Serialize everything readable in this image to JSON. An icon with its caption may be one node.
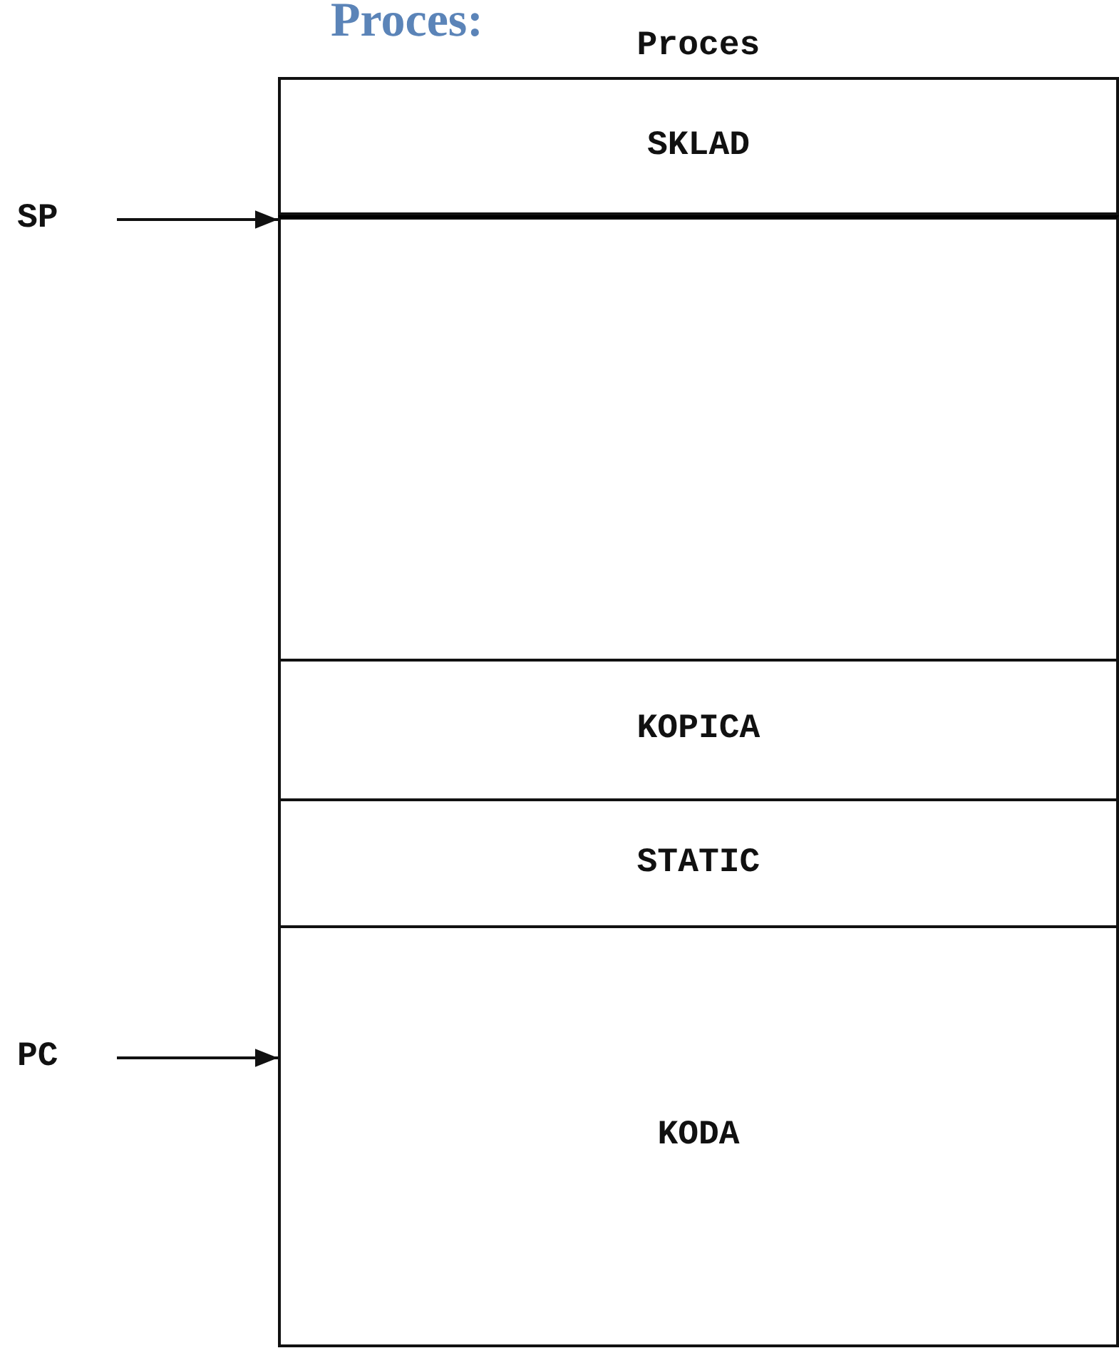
{
  "diagram": {
    "title": "Proces:",
    "nodes": [
      {
        "text": [
          "Proces"
        ]
      },
      {
        "text": [
          "SKLAD"
        ],
        "in": 0
      },
      {
        "text": [],
        "shape": "box",
        "in": 0
      },
      {
        "text": [
          "KOPICA"
        ],
        "in": 0
      },
      {
        "text": [
          "STATIC"
        ],
        "in": 0
      },
      {
        "text": [
          "KODA"
        ],
        "in": 0
      },
      {
        "text": [
          "SP"
        ]
      },
      {
        "text": [
          "PC"
        ]
      }
    ],
    "edges": [
      {
        "from": 6,
        "to": 1,
        "arrow": "to"
      },
      {
        "from": 7,
        "to": 5,
        "arrow": "to"
      }
    ]
  }
}
